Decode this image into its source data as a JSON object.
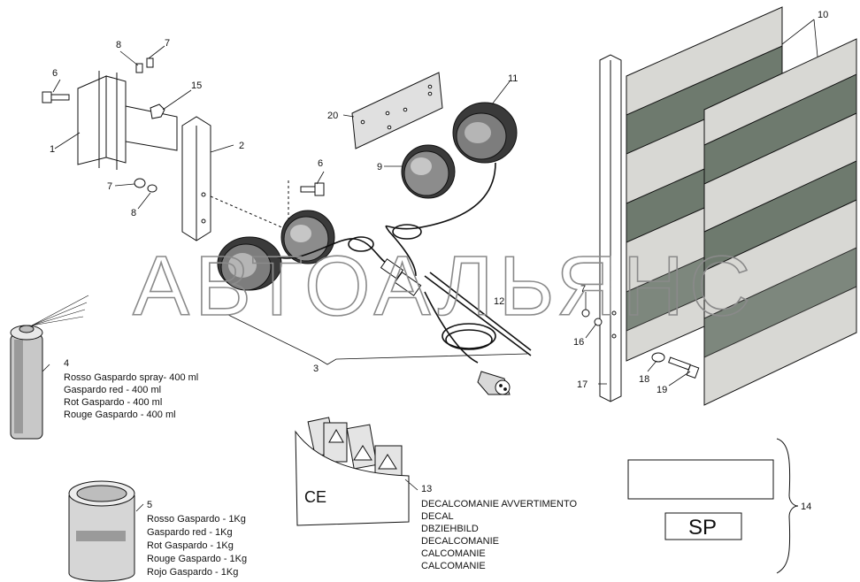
{
  "watermark": "АВТОАЛЬЯНС",
  "callouts": {
    "c1": "1",
    "c2": "2",
    "c3": "3",
    "c4": "4",
    "c5": "5",
    "c6a": "6",
    "c6b": "6",
    "c7a": "7",
    "c7b": "7",
    "c7c": "7",
    "c8a": "8",
    "c8b": "8",
    "c9": "9",
    "c10": "10",
    "c11": "11",
    "c12": "12",
    "c13": "13",
    "c14": "14",
    "c15": "15",
    "c16": "16",
    "c17": "17",
    "c18": "18",
    "c19": "19",
    "c20": "20"
  },
  "spray_labels": [
    "Rosso Gaspardo spray- 400 ml",
    "Gaspardo red - 400 ml",
    "Rot Gaspardo - 400 ml",
    "Rouge Gaspardo - 400 ml"
  ],
  "paint_labels": [
    "Rosso Gaspardo - 1Kg",
    "Gaspardo red - 1Kg",
    "Rot Gaspardo - 1Kg",
    "Rouge Gaspardo - 1Kg",
    "Rojo Gaspardo - 1Kg"
  ],
  "decal_labels": [
    "DECALCOMANIE AVVERTIMENTO",
    "DECAL",
    "DBZIEHBILD",
    "DECALCOMANIE",
    "CALCOMANIE",
    "CALCOMANIE"
  ],
  "ce_mark": "CE",
  "sp_plate": "SP",
  "colors": {
    "panel_dark": "#6e7a6e",
    "panel_light": "#d8d8d4",
    "line": "#111111"
  }
}
